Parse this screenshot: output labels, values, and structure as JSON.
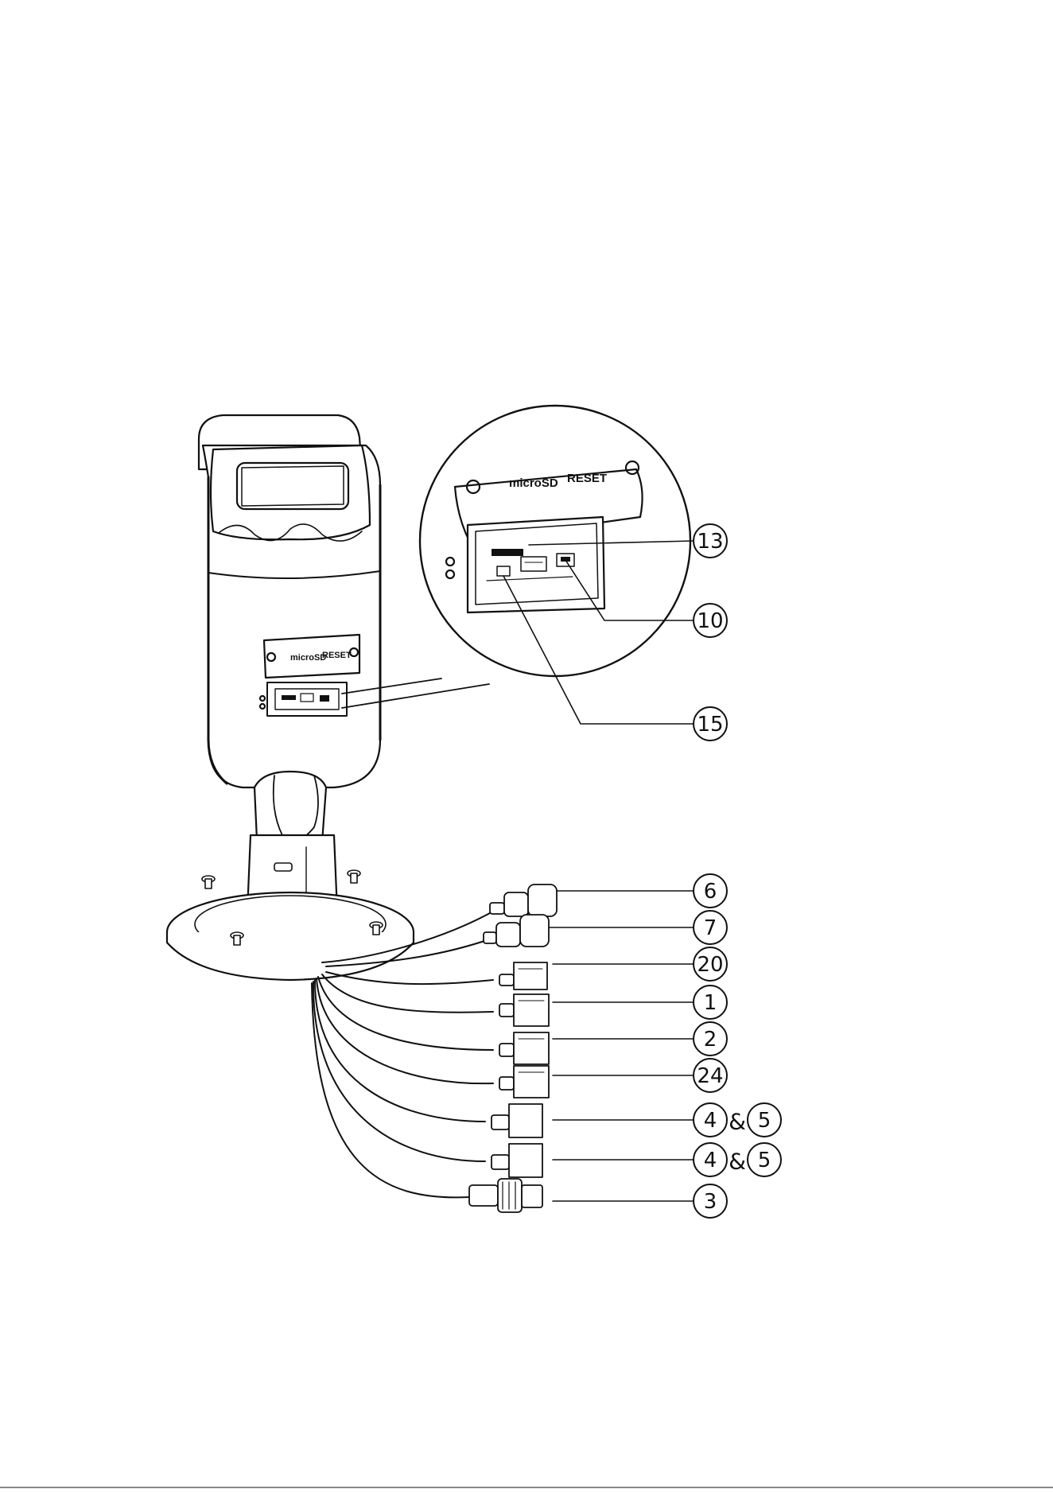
{
  "diagram": {
    "panel_labels": {
      "microsd": "microSD",
      "reset": "RESET"
    },
    "callouts_top": [
      {
        "id": "c13",
        "label": "13"
      },
      {
        "id": "c10",
        "label": "10"
      },
      {
        "id": "c15",
        "label": "15"
      }
    ],
    "callouts_cables": [
      {
        "id": "c6",
        "label": "6"
      },
      {
        "id": "c7",
        "label": "7"
      },
      {
        "id": "c20",
        "label": "20"
      },
      {
        "id": "c1",
        "label": "1"
      },
      {
        "id": "c2",
        "label": "2"
      },
      {
        "id": "c24",
        "label": "24"
      },
      {
        "id": "c4a",
        "label": "4",
        "amp": "&",
        "label2": "5"
      },
      {
        "id": "c4b",
        "label": "4",
        "amp": "&",
        "label2": "5"
      },
      {
        "id": "c3",
        "label": "3"
      }
    ],
    "colors": {
      "ink": "#111111",
      "paper": "#ffffff",
      "shade": "#e6e6e6"
    }
  }
}
